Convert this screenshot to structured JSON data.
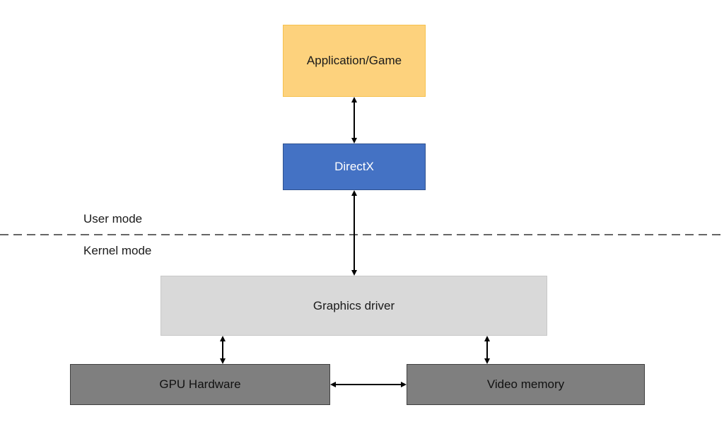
{
  "boxes": {
    "app": "Application/Game",
    "directx": "DirectX",
    "driver": "Graphics driver",
    "gpu": "GPU Hardware",
    "vram": "Video memory"
  },
  "labels": {
    "user_mode": "User mode",
    "kernel_mode": "Kernel mode"
  },
  "colors": {
    "app": "#fdd27d",
    "directx": "#4472c4",
    "driver": "#d9d9d9",
    "hardware": "#7f7f7f"
  }
}
